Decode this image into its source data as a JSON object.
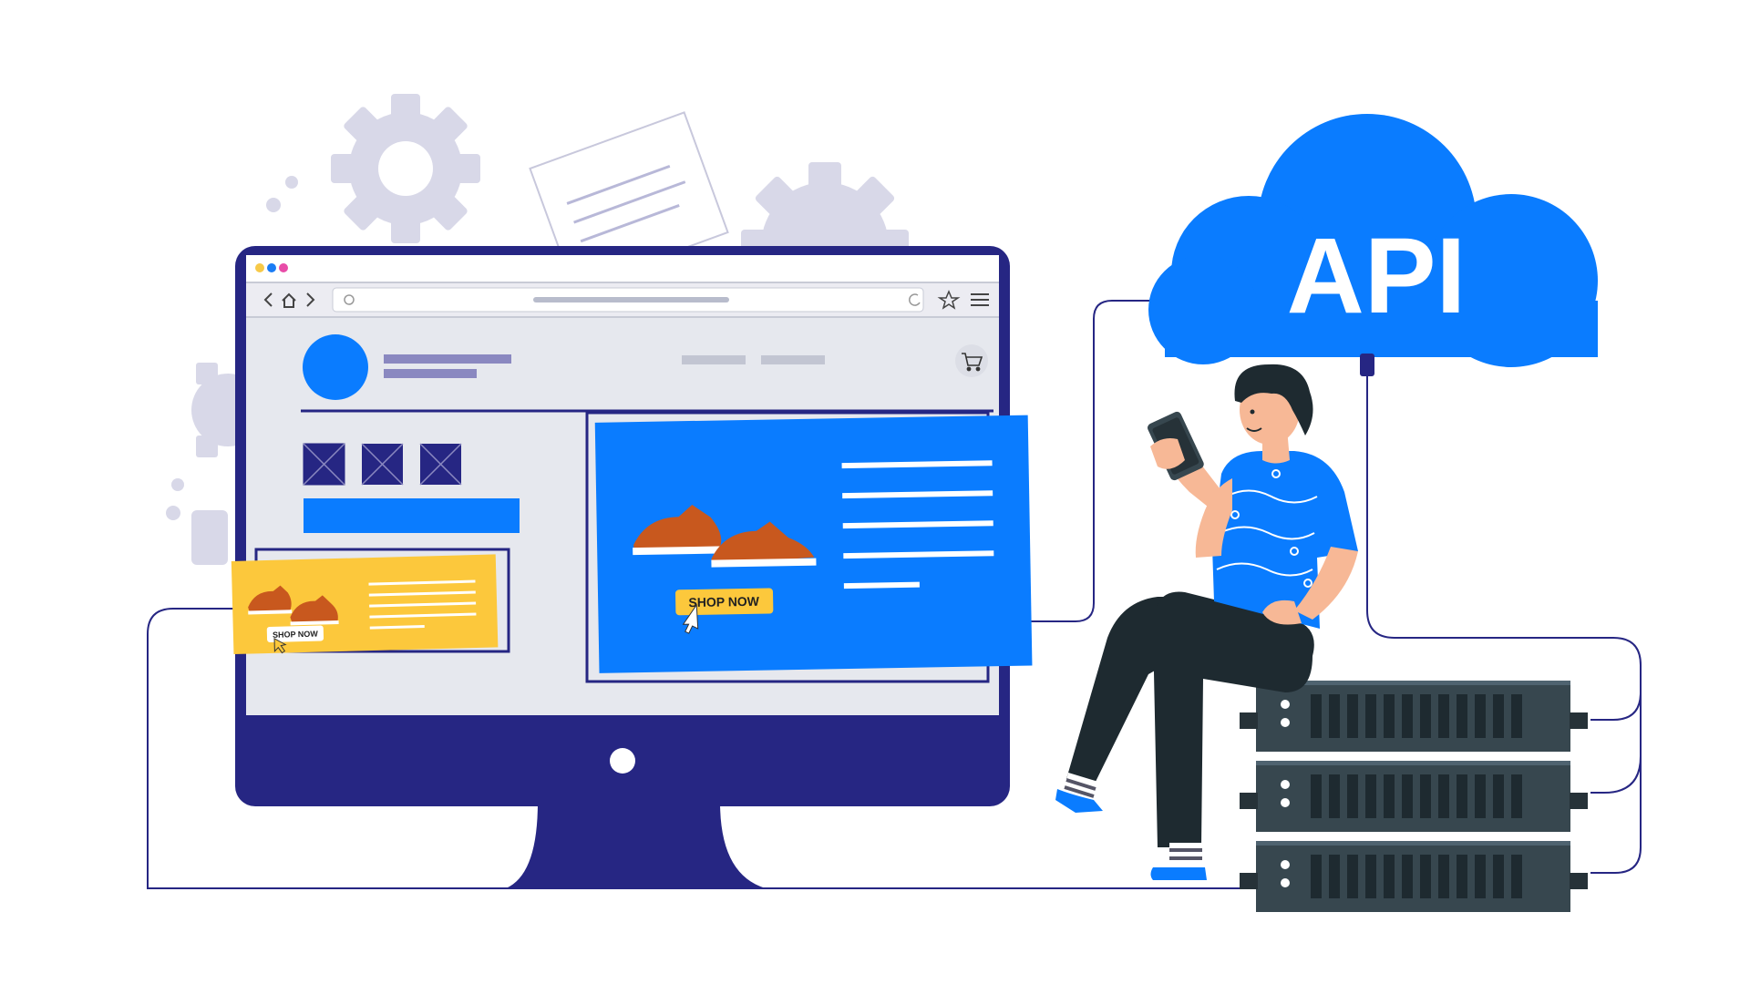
{
  "api_cloud": {
    "label": "API"
  },
  "browser": {
    "traffic_lights": [
      "#f7c948",
      "#1a7cf5",
      "#e84ca8"
    ]
  },
  "ads": {
    "small_ad_cta": "SHOP NOW",
    "large_ad_cta": "SHOP NOW"
  },
  "icons": [
    "gear-icon",
    "document-icon",
    "back-icon",
    "forward-icon",
    "home-icon",
    "search-icon",
    "reload-icon",
    "star-icon",
    "menu-icon",
    "cart-icon",
    "cursor-icon"
  ],
  "colors": {
    "navy": "#262683",
    "blue": "#0a7cff",
    "yellow": "#fcc83c",
    "light_panel": "#e6e8ee",
    "gear_gray": "#d8d8e8",
    "server": "#37474f",
    "person_dark": "#1e2a30",
    "skin": "#f7b896"
  }
}
